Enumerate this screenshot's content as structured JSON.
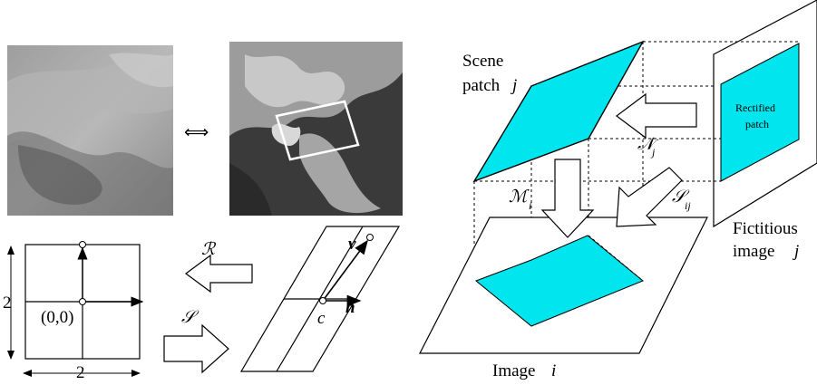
{
  "texts": {
    "equiv": "⟺",
    "dim_vertical": "2",
    "dim_horizontal": "2",
    "origin": "(0,0)",
    "R": "ℛ",
    "S": "𝒮",
    "v": "v",
    "h": "h",
    "c": "c",
    "scene_patch_line1": "Scene",
    "scene_patch_line2": "patch",
    "j": "j",
    "rectified_line1": "Rectified",
    "rectified_line2": "patch",
    "N": "𝒩",
    "N_sub": "j",
    "M": "ℳ",
    "M_sub": "i",
    "S_ij": "𝒮",
    "S_ij_sub": "ij",
    "fictitious_line1": "Fictitious",
    "fictitious_line2": "image",
    "fictitious_j": "j",
    "image_label": "Image",
    "image_i": "i"
  },
  "colors": {
    "patch_fill": "#00e5ee",
    "stroke": "#000000",
    "photo1_base": "#9a9a9a",
    "photo2_base": "#3a3a3a",
    "roi_box": "#ffffff"
  }
}
